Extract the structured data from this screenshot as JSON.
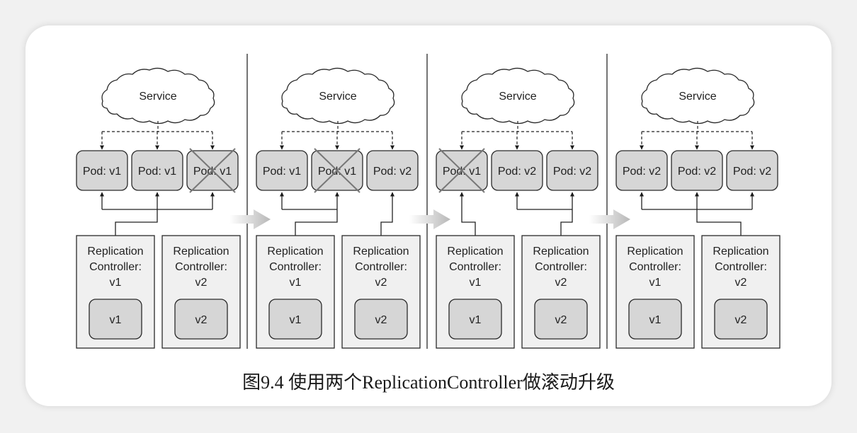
{
  "caption": "图9.4 使用两个ReplicationController做滚动升级",
  "panels": [
    {
      "service": "Service",
      "pods": [
        {
          "label": "Pod: v1",
          "deleted": false
        },
        {
          "label": "Pod: v1",
          "deleted": false
        },
        {
          "label": "Pod: v1",
          "deleted": true
        }
      ],
      "controllers": [
        {
          "line1": "Replication",
          "line2": "Controller:",
          "line3": "v1",
          "template": "v1"
        },
        {
          "line1": "Replication",
          "line2": "Controller:",
          "line3": "v2",
          "template": "v2"
        }
      ]
    },
    {
      "service": "Service",
      "pods": [
        {
          "label": "Pod: v1",
          "deleted": false
        },
        {
          "label": "Pod: v1",
          "deleted": true
        },
        {
          "label": "Pod: v2",
          "deleted": false
        }
      ],
      "controllers": [
        {
          "line1": "Replication",
          "line2": "Controller:",
          "line3": "v1",
          "template": "v1"
        },
        {
          "line1": "Replication",
          "line2": "Controller:",
          "line3": "v2",
          "template": "v2"
        }
      ]
    },
    {
      "service": "Service",
      "pods": [
        {
          "label": "Pod: v1",
          "deleted": true
        },
        {
          "label": "Pod: v2",
          "deleted": false
        },
        {
          "label": "Pod: v2",
          "deleted": false
        }
      ],
      "controllers": [
        {
          "line1": "Replication",
          "line2": "Controller:",
          "line3": "v1",
          "template": "v1"
        },
        {
          "line1": "Replication",
          "line2": "Controller:",
          "line3": "v2",
          "template": "v2"
        }
      ]
    },
    {
      "service": "Service",
      "pods": [
        {
          "label": "Pod: v2",
          "deleted": false
        },
        {
          "label": "Pod: v2",
          "deleted": false
        },
        {
          "label": "Pod: v2",
          "deleted": false
        }
      ],
      "controllers": [
        {
          "line1": "Replication",
          "line2": "Controller:",
          "line3": "v1",
          "template": "v1"
        },
        {
          "line1": "Replication",
          "line2": "Controller:",
          "line3": "v2",
          "template": "v2"
        }
      ]
    }
  ]
}
